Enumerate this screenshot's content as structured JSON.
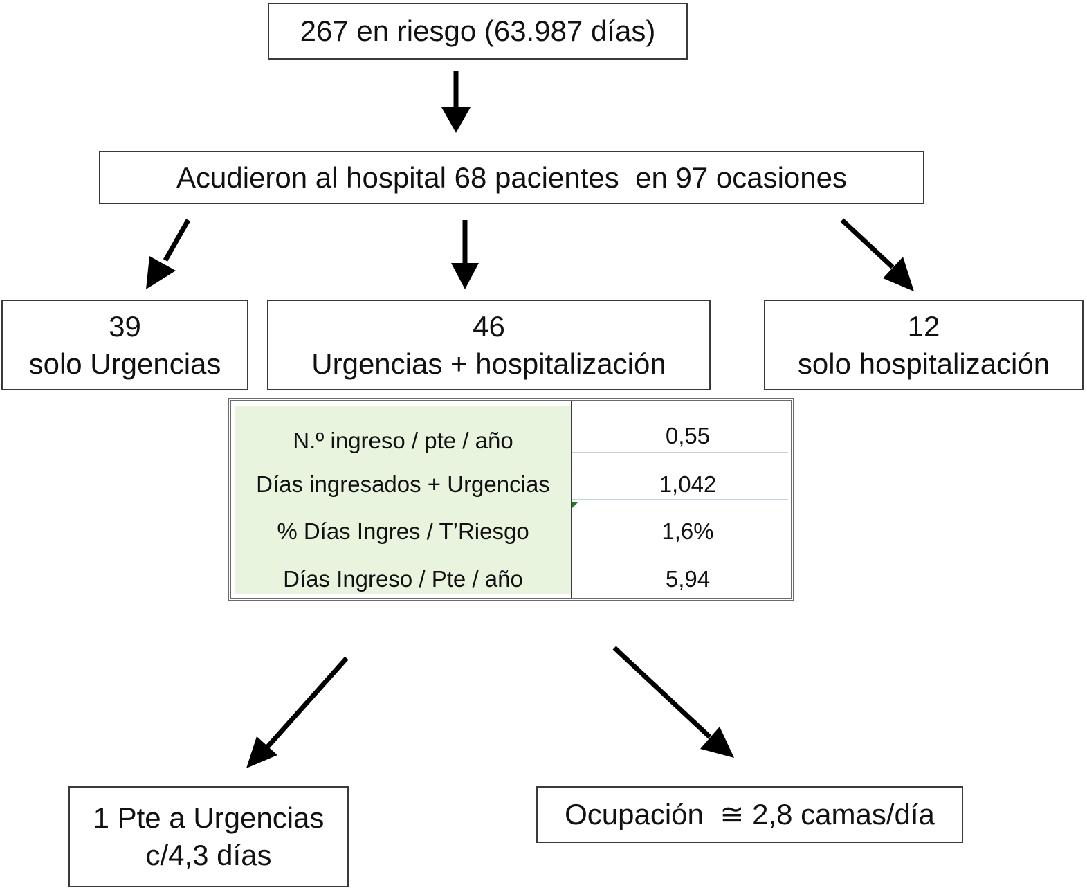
{
  "nodes": {
    "at_risk": "267 en riesgo (63.987 días)",
    "visits": "Acudieron al hospital 68 pacientes  en 97 ocasiones",
    "only_er": {
      "count": "39",
      "label": "solo Urgencias"
    },
    "er_plus_hosp": {
      "count": "46",
      "label": "Urgencias + hospitalización"
    },
    "only_hosp": {
      "count": "12",
      "label": "solo hospitalización"
    },
    "frequency": {
      "line1": "1 Pte a Urgencias",
      "line2": "c/4,3 días"
    },
    "occupancy": "Ocupación  ≅ 2,8 camas/día"
  },
  "stats": [
    {
      "label": "N.º ingreso / pte / año",
      "value": "0,55"
    },
    {
      "label": "Días ingresados + Urgencias",
      "value": "1,042"
    },
    {
      "label": "% Días Ingres / T’Riesgo",
      "value": "1,6%"
    },
    {
      "label": "Días Ingreso / Pte / año",
      "value": "5,94"
    }
  ],
  "colors": {
    "label_column_fill": "#e9f4df",
    "arrow": "#000000",
    "border": "#3a3a3a"
  }
}
